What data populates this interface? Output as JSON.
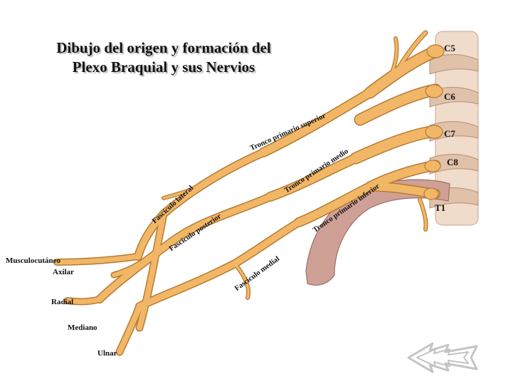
{
  "title": {
    "line1": "Dibujo del  origen y formación del",
    "line2": "Plexo Braquial y sus Nervios"
  },
  "roots": [
    "C5",
    "C6",
    "C7",
    "C8",
    "T1"
  ],
  "trunks": {
    "superior": "Tronco primario superior",
    "middle": "Tronco primario medio",
    "inferior": "Tronco primario inferior"
  },
  "cords": {
    "lateral": "Fascículo lateral",
    "posterior": "Fascículo posterior",
    "medial": "Fascículo medial"
  },
  "nerves": {
    "musculocutaneous": "Musculocutáneo",
    "axillary": "Axilar",
    "radial": "Radial",
    "median": "Mediano",
    "ulnar": "Ulnar"
  },
  "colors": {
    "nerve": "#f2b766",
    "nerve_outline": "#b67a32",
    "bone": "#e9ccb6",
    "rib": "#cf9f94",
    "arrow": "#c4c4c4"
  },
  "icons": {
    "back": "double-arrow-left-icon"
  }
}
